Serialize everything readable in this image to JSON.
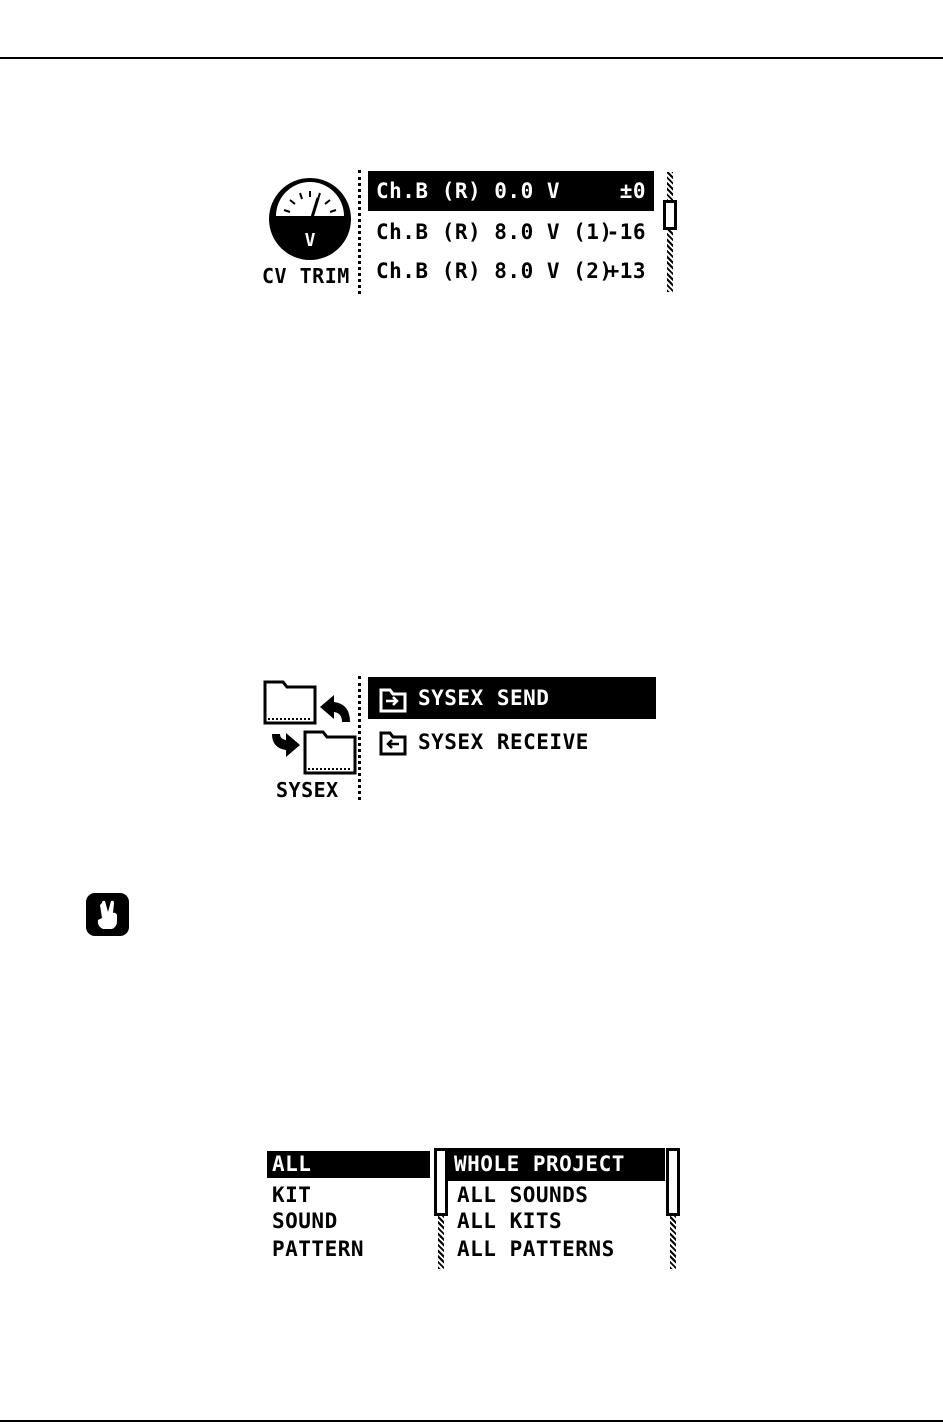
{
  "cv_trim": {
    "label": "CV TRIM",
    "icon": "voltmeter-icon",
    "rows": [
      {
        "text": "Ch.B (R) 0.0 V",
        "value": "±0",
        "selected": true
      },
      {
        "text": "Ch.B (R) 8.0 V (1)",
        "value": "-16",
        "selected": false
      },
      {
        "text": "Ch.B (R) 8.0 V (2)",
        "value": "+13",
        "selected": false
      }
    ]
  },
  "sysex": {
    "label": "SYSEX",
    "icon": "folder-transfer-icon",
    "items": [
      {
        "text": "SYSEX SEND",
        "icon": "send-icon",
        "selected": true
      },
      {
        "text": "SYSEX RECEIVE",
        "icon": "receive-icon",
        "selected": false
      }
    ]
  },
  "tip_icon": "hand-gesture-icon",
  "send_menu": {
    "left": [
      "ALL",
      "KIT",
      "SOUND",
      "PATTERN"
    ],
    "right": [
      "WHOLE PROJECT",
      "ALL SOUNDS",
      "ALL KITS",
      "ALL PATTERNS"
    ]
  }
}
